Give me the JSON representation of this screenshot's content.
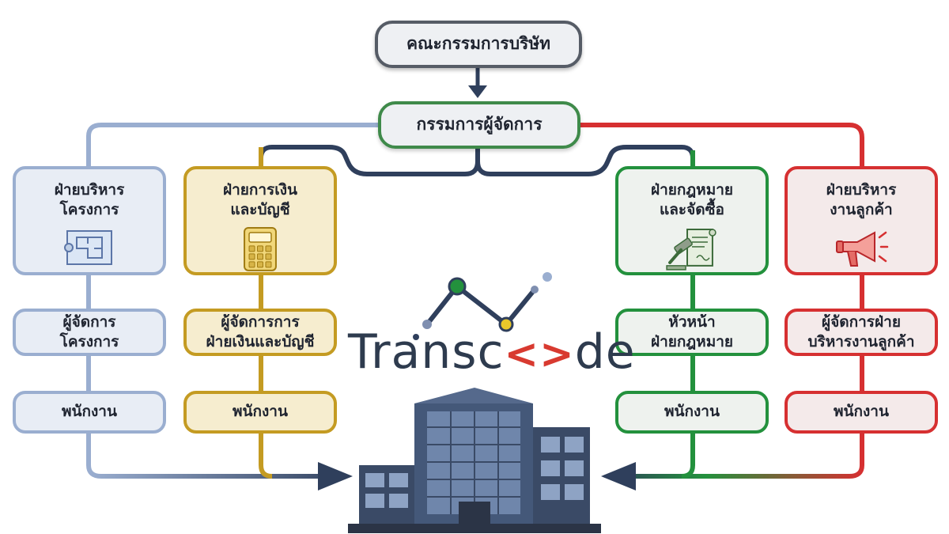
{
  "board": {
    "label": "คณะกรรมการบริษัท"
  },
  "managing_director": {
    "label": "กรรมการผู้จัดการ"
  },
  "departments": [
    {
      "key": "project",
      "color": "#9aaed0",
      "title": "ฝ่ายบริหาร\nโครงการ",
      "icon": "blueprint-icon",
      "manager": "ผู้จัดการ\nโครงการ",
      "staff": "พนักงาน"
    },
    {
      "key": "finance",
      "color": "#c49b22",
      "title": "ฝ่ายการเงิน\nและบัญชี",
      "icon": "calculator-icon",
      "manager": "ผู้จัดการการ\nฝ่ายเงินและบัญชี",
      "staff": "พนักงาน"
    },
    {
      "key": "legal",
      "color": "#23913d",
      "title": "ฝ่ายกฎหมาย\nและจัดซื้อ",
      "icon": "gavel-document-icon",
      "manager": "หัวหน้า\nฝ่ายกฎหมาย",
      "staff": "พนักงาน"
    },
    {
      "key": "customer",
      "color": "#d63031",
      "title": "ฝ่ายบริหาร\nงานลูกค้า",
      "icon": "megaphone-icon",
      "manager": "ผู้จัดการฝ่าย\nบริหารงานลูกค้า",
      "staff": "พนักงาน"
    }
  ],
  "logo": {
    "pre": "Transc",
    "sym": "<>",
    "post": "de"
  },
  "building": {
    "icon": "office-building-icon"
  },
  "colors": {
    "navy": "#2f3f5c",
    "board_border": "#565c66",
    "md_border": "#3f8a4a"
  }
}
